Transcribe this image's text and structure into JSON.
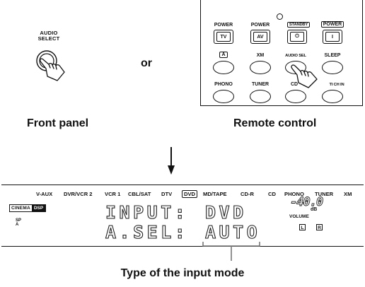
{
  "front_panel": {
    "button_label": [
      "AUDIO",
      "SELECT"
    ],
    "caption": "Front panel"
  },
  "connector": "or",
  "remote": {
    "caption": "Remote control",
    "rows": [
      [
        {
          "label": "POWER",
          "button": "TV",
          "style": "square"
        },
        {
          "label": "POWER",
          "button": "AV",
          "style": "square"
        },
        {
          "label": "STANDBY",
          "button": "⏻",
          "style": "square",
          "boxed_label": true
        },
        {
          "label": "POWER",
          "button": "I",
          "style": "square",
          "boxed_label": true
        }
      ],
      [
        {
          "label": "A",
          "style": "oval",
          "boxed_label": true
        },
        {
          "label": "XM",
          "style": "oval"
        },
        {
          "label": "AUDIO SEL",
          "style": "oval",
          "small": true
        },
        {
          "label": "SLEEP",
          "style": "oval"
        }
      ],
      [
        {
          "label": "PHONO",
          "style": "oval"
        },
        {
          "label": "TUNER",
          "style": "oval"
        },
        {
          "label": "CD",
          "style": "oval"
        },
        {
          "label": "TI CH IN",
          "style": "oval",
          "small": true
        }
      ]
    ]
  },
  "display": {
    "inputs": [
      "V-AUX",
      "DVR/VCR 2",
      "VCR 1",
      "CBL/SAT",
      "DTV",
      "DVD",
      "MD/TAPE",
      "CD-R",
      "CD",
      "PHONO",
      "TUNER",
      "XM"
    ],
    "active_input": "DVD",
    "cinema_logo": [
      "CINEMA",
      "DSP"
    ],
    "sp_label": [
      "SP",
      "A"
    ],
    "line1_label": "INPUT:",
    "line1_value": "DVD",
    "line2_label": "A.SEL:",
    "line2_value": "AUTO",
    "volume_value": "-40.0",
    "volume_unit": "dB",
    "volume_label": "VOLUME",
    "left_indicator": "L",
    "right_indicator": "R"
  },
  "callout": "Type of the input mode"
}
